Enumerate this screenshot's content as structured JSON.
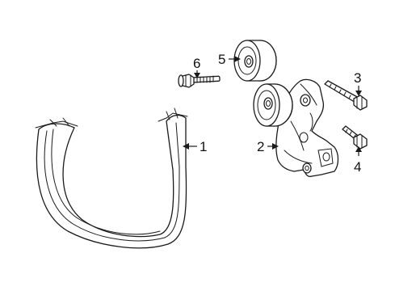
{
  "callouts": {
    "belt": "1",
    "tensioner": "2",
    "bolt_long": "3",
    "bolt_short": "4",
    "idler_pulley": "5",
    "bolt_idler": "6"
  }
}
